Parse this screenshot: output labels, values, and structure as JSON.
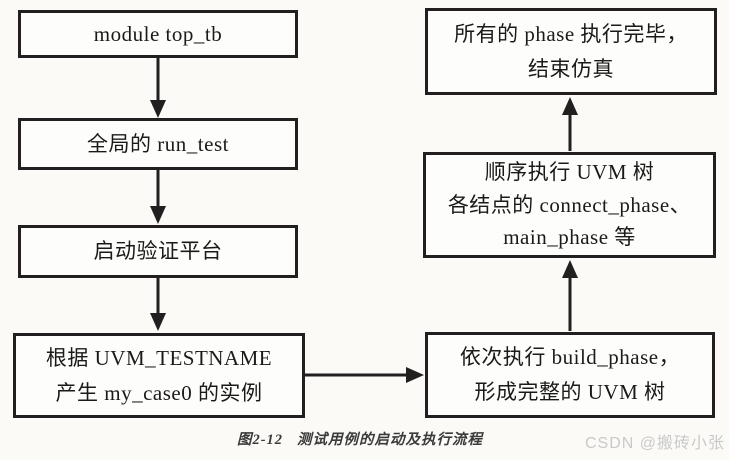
{
  "diagram": {
    "nodes": [
      {
        "id": "top-tb",
        "lines": [
          "module top_tb"
        ]
      },
      {
        "id": "run-test",
        "lines": [
          "全局的 run_test"
        ]
      },
      {
        "id": "platform",
        "lines": [
          "启动验证平台"
        ]
      },
      {
        "id": "create-case",
        "lines": [
          "根据 UVM_TESTNAME",
          "产生 my_case0 的实例"
        ]
      },
      {
        "id": "build-phase",
        "lines": [
          "依次执行 build_phase，",
          "形成完整的 UVM 树"
        ]
      },
      {
        "id": "connect-phase",
        "lines": [
          "顺序执行 UVM 树",
          "各结点的 connect_phase、",
          "main_phase 等"
        ]
      },
      {
        "id": "finish",
        "lines": [
          "所有的 phase 执行完毕，",
          "结束仿真"
        ]
      }
    ],
    "edges": [
      "top-tb -> run-test",
      "run-test -> platform",
      "platform -> create-case",
      "create-case -> build-phase",
      "build-phase -> connect-phase",
      "connect-phase -> finish"
    ]
  },
  "caption": {
    "label": "图2-12",
    "title": "测试用例的启动及执行流程"
  },
  "watermark": "CSDN @搬砖小张",
  "colors": {
    "line": "#231f20",
    "box_background": "#fdfdfb",
    "page_background": "#fbfaf7",
    "text": "#1c1a19",
    "caption_text": "#3b3b3b",
    "watermark_text": "#c9c9c9"
  }
}
